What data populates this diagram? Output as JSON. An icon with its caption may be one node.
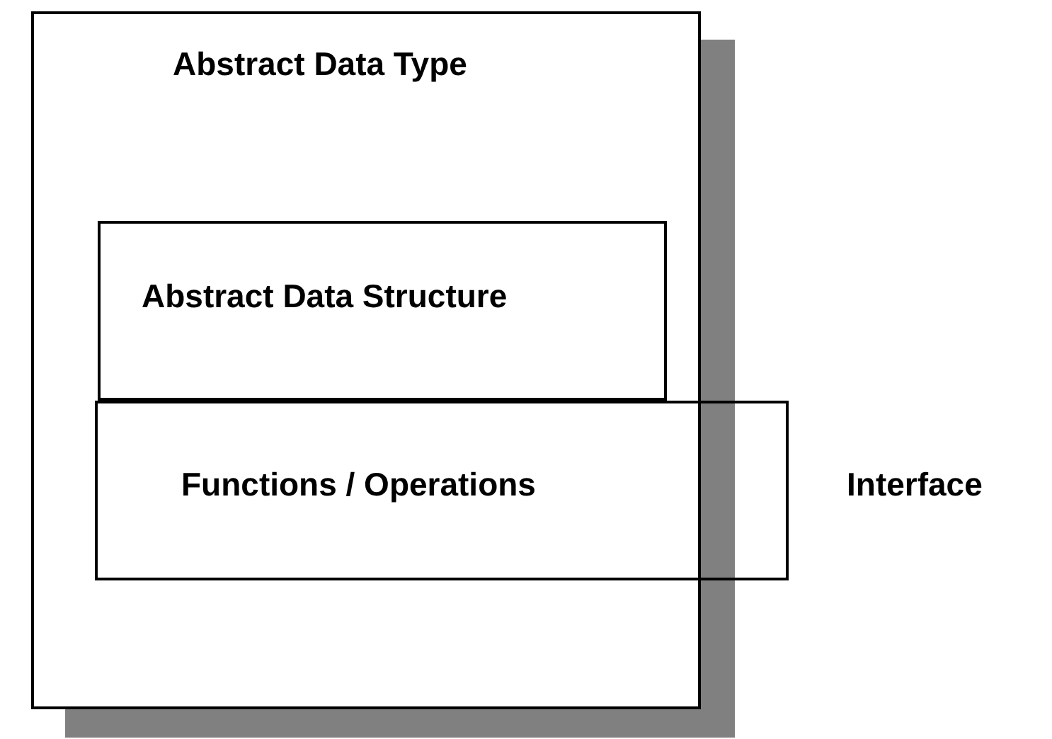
{
  "diagram": {
    "nodes": [
      {
        "text": [
          "Abstract Data Type"
        ]
      },
      {
        "text": [
          "Abstract Data Structure"
        ],
        "in": 0
      },
      {
        "text": [
          "Functions / Operations"
        ]
      }
    ],
    "labels": [
      "Interface"
    ]
  }
}
